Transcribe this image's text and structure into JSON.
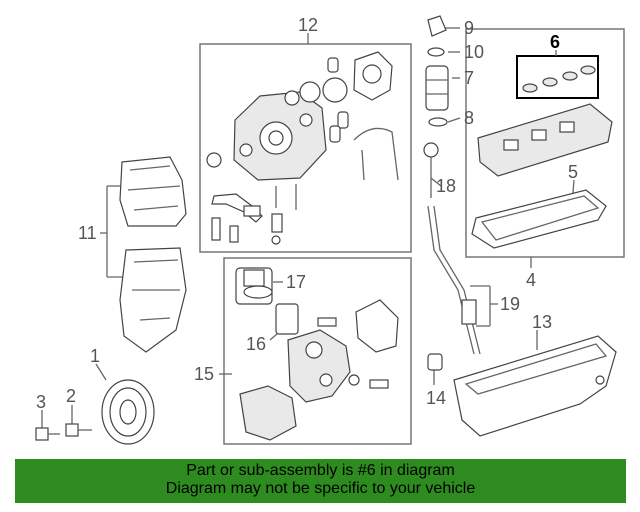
{
  "callouts": {
    "c1": "1",
    "c2": "2",
    "c3": "3",
    "c4": "4",
    "c5": "5",
    "c6": "6",
    "c7": "7",
    "c8": "8",
    "c9": "9",
    "c10": "10",
    "c11": "11",
    "c12": "12",
    "c13": "13",
    "c14": "14",
    "c15": "15",
    "c16": "16",
    "c17": "17",
    "c18": "18",
    "c19": "19"
  },
  "highlight_color": "#000000",
  "banner": {
    "line1": "Part or sub-assembly is #6 in diagram",
    "line2": "Diagram may not be specific to your vehicle",
    "background": "#2e8b1f"
  }
}
